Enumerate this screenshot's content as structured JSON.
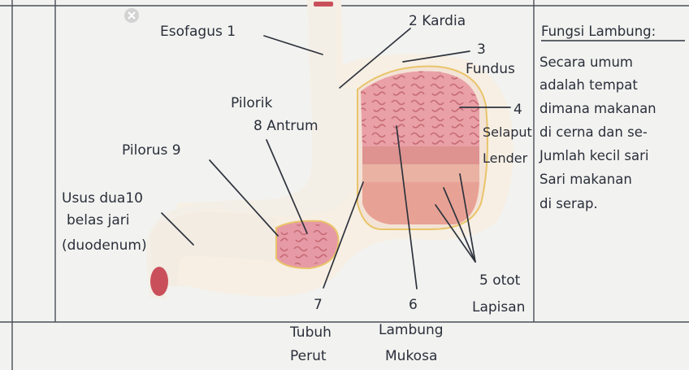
{
  "labels": {
    "esofagus": "Esofagus 1",
    "kardia": "2 Kardia",
    "fundus_num": "3",
    "fundus": "Fundus",
    "selaput_num": "4",
    "selaput_1": "Selaput",
    "selaput_2": "Lender",
    "pilorik": "Pilorik",
    "antrum": "8 Antrum",
    "pilorus": "Pilorus 9",
    "usus_1": "Usus dua10",
    "usus_2": "belas jari",
    "usus_3": "(duodenum)",
    "lapisan_num": "5 otot",
    "num_7": "7",
    "num_6": "6",
    "lapisan": "Lapisan",
    "tubuh": "Tubuh",
    "perut": "Perut",
    "lambung": "Lambung",
    "mukosa": "Mukosa"
  },
  "notes": {
    "title": "Fungsi Lambung:",
    "lines": [
      "Secara umum",
      "adalah tempat",
      "dimana makanan",
      "di cerna dan se-",
      "Jumlah kecil sari",
      "Sari makanan",
      "di serap."
    ]
  },
  "colors": {
    "paper": "#f2f2f0",
    "stomach_body": "#f5efe6",
    "mucosa_pink": "#e9a0a6",
    "muscle_band": "#d98a86",
    "duodenum_red": "#c9505a",
    "outline_gold": "#e9c46a"
  }
}
